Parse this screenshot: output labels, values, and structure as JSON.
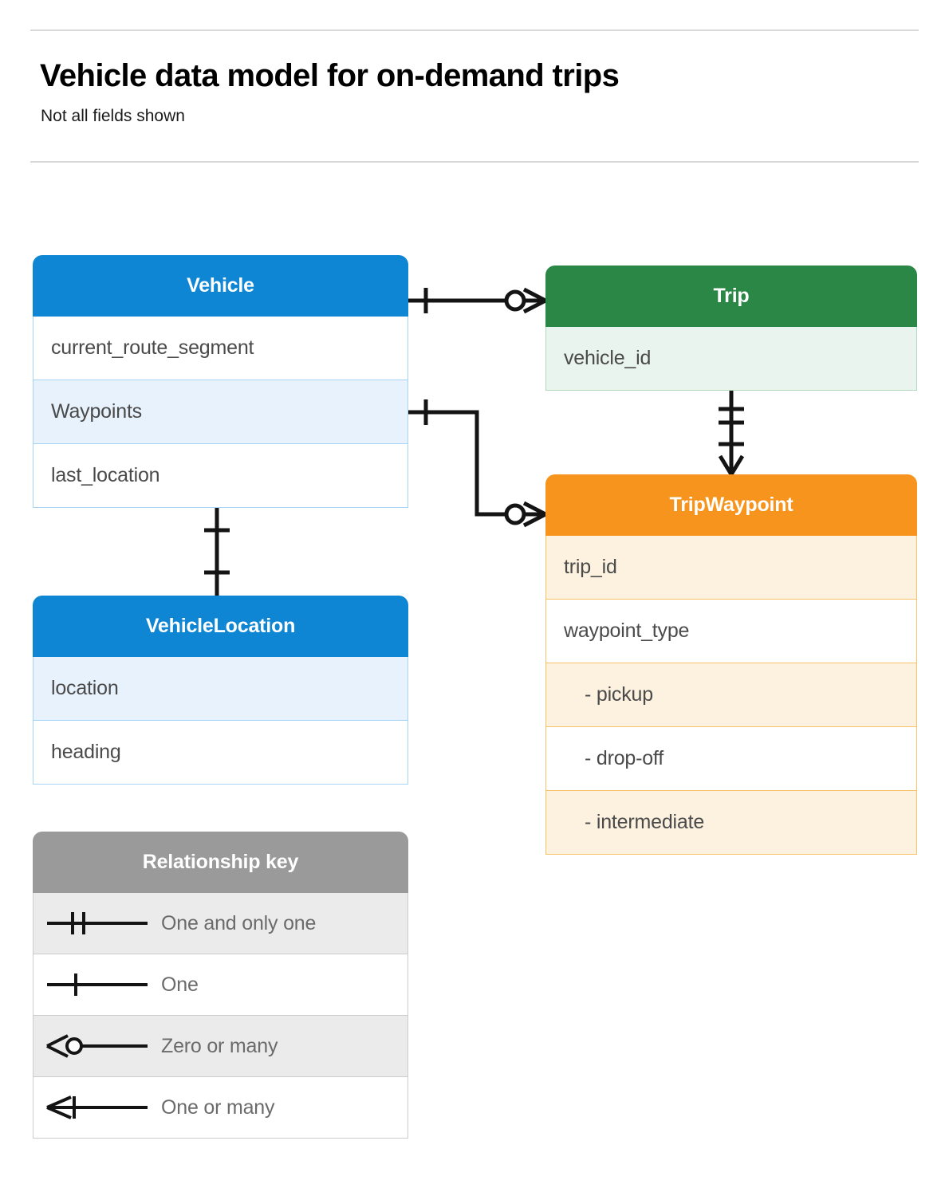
{
  "header": {
    "title": "Vehicle data model for on-demand trips",
    "subtitle": "Not all fields shown"
  },
  "entities": [
    {
      "id": "vehicle",
      "name": "Vehicle",
      "color": "#0e86d4",
      "fields": [
        "current_route_segment",
        "Waypoints",
        "last_location"
      ]
    },
    {
      "id": "trip",
      "name": "Trip",
      "color": "#2a8745",
      "fields": [
        "vehicle_id"
      ]
    },
    {
      "id": "tripwaypoint",
      "name": "TripWaypoint",
      "color": "#f7941d",
      "fields": [
        "trip_id",
        "waypoint_type",
        "-  pickup",
        "-  drop-off",
        "-  intermediate"
      ]
    },
    {
      "id": "vehiclelocation",
      "name": "VehicleLocation",
      "color": "#0e86d4",
      "fields": [
        "location",
        "heading"
      ]
    }
  ],
  "legend": {
    "title": "Relationship key",
    "color": "#9a9a9a",
    "items": [
      {
        "symbol": "one-and-only-one-icon",
        "label": "One and only one"
      },
      {
        "symbol": "one-icon",
        "label": "One"
      },
      {
        "symbol": "zero-or-many-icon",
        "label": "Zero or many"
      },
      {
        "symbol": "one-or-many-icon",
        "label": "One or many"
      }
    ]
  },
  "relationships": [
    {
      "id": "vehicle-trip",
      "from": "Vehicle",
      "to": "Trip",
      "from_cardinality": "One",
      "to_cardinality": "Zero or many"
    },
    {
      "id": "vehicle-waypoints-tripwaypoint",
      "from": "Vehicle.Waypoints",
      "to": "TripWaypoint",
      "from_cardinality": "One",
      "to_cardinality": "Zero or many"
    },
    {
      "id": "trip-tripwaypoint",
      "from": "Trip",
      "to": "TripWaypoint",
      "from_cardinality": "One and only one",
      "to_cardinality": "One or many"
    },
    {
      "id": "vehicle-vehiclelocation",
      "from": "Vehicle",
      "to": "VehicleLocation",
      "from_cardinality": "One",
      "to_cardinality": "One"
    }
  ]
}
